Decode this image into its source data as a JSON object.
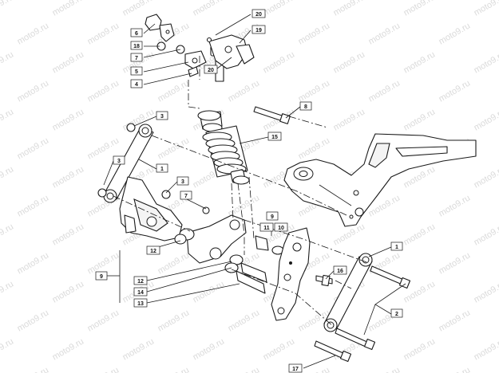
{
  "watermark": "moto9.ru",
  "callouts": [
    {
      "id": "c6",
      "text": "6"
    },
    {
      "id": "c18",
      "text": "18"
    },
    {
      "id": "c7a",
      "text": "7"
    },
    {
      "id": "c5",
      "text": "5"
    },
    {
      "id": "c4",
      "text": "4"
    },
    {
      "id": "c20a",
      "text": "20"
    },
    {
      "id": "c19",
      "text": "19"
    },
    {
      "id": "c20b",
      "text": "20"
    },
    {
      "id": "c8",
      "text": "8"
    },
    {
      "id": "c3a",
      "text": "3"
    },
    {
      "id": "c15",
      "text": "15"
    },
    {
      "id": "c3b",
      "text": "3"
    },
    {
      "id": "c1a",
      "text": "1"
    },
    {
      "id": "c3c",
      "text": "3"
    },
    {
      "id": "c7b",
      "text": "7"
    },
    {
      "id": "c9a",
      "text": "9"
    },
    {
      "id": "c11",
      "text": "11"
    },
    {
      "id": "c10",
      "text": "10"
    },
    {
      "id": "c12a",
      "text": "12"
    },
    {
      "id": "c9b",
      "text": "9"
    },
    {
      "id": "c12b",
      "text": "12"
    },
    {
      "id": "c14",
      "text": "14"
    },
    {
      "id": "c13",
      "text": "13"
    },
    {
      "id": "c1b",
      "text": "1"
    },
    {
      "id": "c16",
      "text": "16"
    },
    {
      "id": "c2",
      "text": "2"
    },
    {
      "id": "c17",
      "text": "17"
    }
  ]
}
